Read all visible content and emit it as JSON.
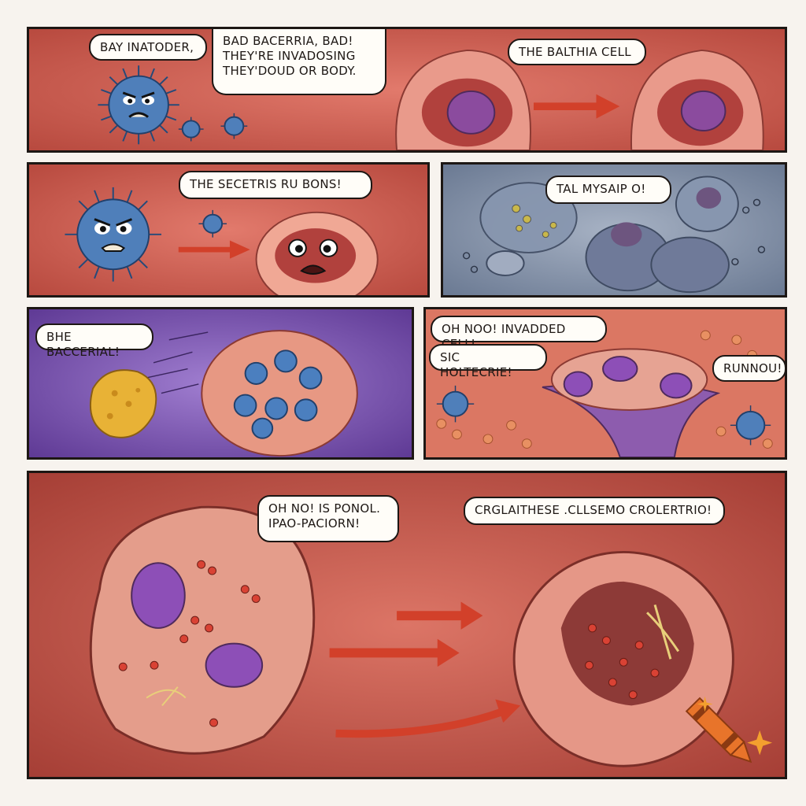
{
  "panels": [
    {
      "id": "p1",
      "bubbles": [
        {
          "text": "BAY INATODER,"
        },
        {
          "text": "BAD BACERRIA, BAD!\nTHEY'RE INVADOSING\nTHEY'DOUD OR BODY."
        },
        {
          "text": "THE BALTHIA CELL"
        }
      ]
    },
    {
      "id": "p2",
      "bubbles": [
        {
          "text": "THE SECETRIS RU BONS!"
        }
      ]
    },
    {
      "id": "p3",
      "bubbles": [
        {
          "text": "TAL MYSAIP O!"
        }
      ]
    },
    {
      "id": "p4",
      "bubbles": [
        {
          "text": "BHE BACCERIAL!"
        }
      ]
    },
    {
      "id": "p5",
      "bubbles": [
        {
          "text": "OH NOO! INVADDED CELLL"
        },
        {
          "text": "SIC HOLTECRIE!"
        },
        {
          "text": "RUNNOU!"
        }
      ]
    },
    {
      "id": "p6",
      "bubbles": [
        {
          "text": "OH NO! IS PONOL.\nIPAO-PACIORN!"
        },
        {
          "text": "CRGLAITHESE .CLLSEMO CROLERTRIO!"
        }
      ]
    }
  ],
  "colors": {
    "flesh": "#d9685c",
    "flesh_dark": "#b6473f",
    "bacteria_blue": "#3f6fa8",
    "purple_bg": "#7b4fb5",
    "grey_blue_bg": "#7d8da6",
    "arrow_red": "#d2402a",
    "crayon_orange": "#e8742a"
  },
  "icons": {
    "crayon": "crayon-icon",
    "sparkle": "sparkle-icon"
  }
}
